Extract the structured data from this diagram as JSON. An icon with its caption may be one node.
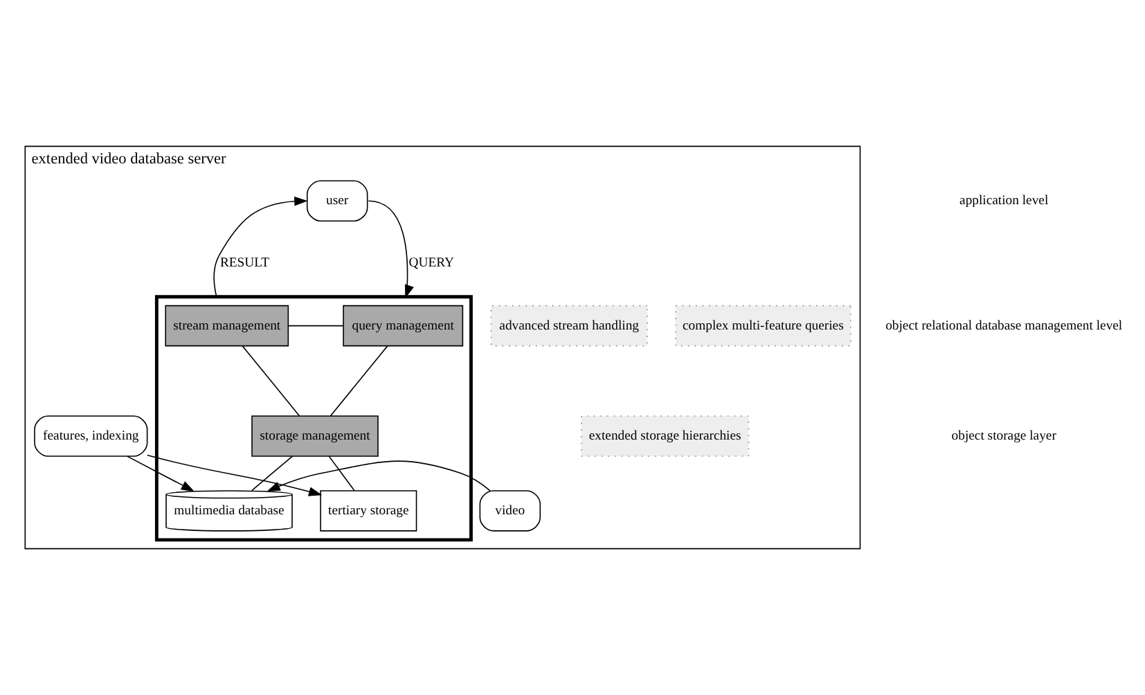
{
  "diagram": {
    "nodes": [
      {
        "text": [
          "extended video database server"
        ]
      },
      {
        "text": [
          "user"
        ],
        "in": 0
      },
      {
        "text": [
          "advanced stream handling"
        ],
        "in": 0
      },
      {
        "text": [
          "complex multi-feature queries"
        ],
        "in": 0
      },
      {
        "text": [
          "extended storage hierarchies"
        ],
        "in": 0
      },
      {
        "text": [],
        "shape": "box",
        "in": 0
      },
      {
        "text": [
          "stream management"
        ],
        "in": 5
      },
      {
        "text": [
          "query management"
        ],
        "in": 5
      },
      {
        "text": [
          "storage management"
        ],
        "in": 5
      },
      {
        "text": [
          "multimedia database"
        ],
        "in": 5
      },
      {
        "text": [
          "tertiary storage"
        ],
        "in": 5
      },
      {
        "text": [
          "video"
        ],
        "in": 0
      },
      {
        "text": [
          "features, indexing"
        ],
        "in": 0
      }
    ],
    "edges": [
      {
        "from": 5,
        "to": 1,
        "arrow": "to",
        "label": "RESULT"
      },
      {
        "from": 1,
        "to": 5,
        "arrow": "to",
        "label": "QUERY"
      },
      {
        "from": 6,
        "to": 7,
        "arrow": "none"
      },
      {
        "from": 6,
        "to": 8,
        "arrow": "none"
      },
      {
        "from": 7,
        "to": 8,
        "arrow": "none"
      },
      {
        "from": 8,
        "to": 9,
        "arrow": "none"
      },
      {
        "from": 8,
        "to": 10,
        "arrow": "none"
      },
      {
        "from": 11,
        "to": 9,
        "arrow": "to"
      },
      {
        "from": 12,
        "to": 9,
        "arrow": "to"
      },
      {
        "from": 12,
        "to": 10,
        "arrow": "to"
      }
    ],
    "labels": [
      "application level",
      "object relational database management level",
      "object storage layer"
    ]
  }
}
